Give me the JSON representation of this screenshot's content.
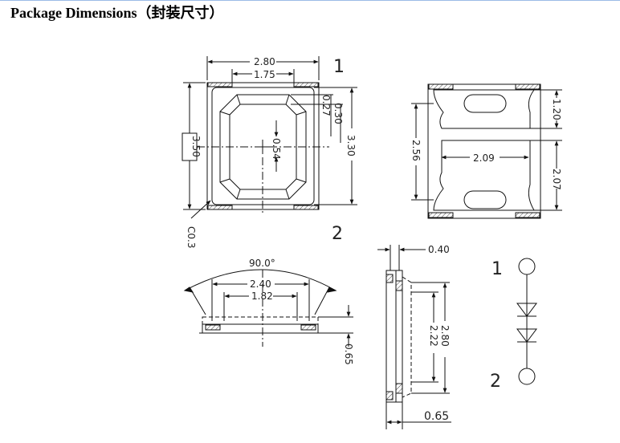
{
  "header": {
    "title": "Package Dimensions（封装尺寸）"
  },
  "top_view": {
    "width": "2.80",
    "inner_width": "1.75",
    "height": "3.50",
    "dim_a": "0.27",
    "dim_b": "0.30",
    "dim_c": "3.30",
    "dim_d": "0.54",
    "corner": "C0.3",
    "pin1": "1",
    "pin2": "2"
  },
  "bottom_view": {
    "top_pad": "1.20",
    "pitch": "2.56",
    "center": "2.09",
    "lower": "2.07"
  },
  "front_view": {
    "angle": "90.0°",
    "outer": "2.40",
    "inner": "1.82",
    "thickness": "0.65"
  },
  "side_view": {
    "top": "0.40",
    "length": "2.80",
    "inner": "2.22",
    "thickness": "0.65"
  },
  "schematic": {
    "pin1": "1",
    "pin2": "2"
  }
}
